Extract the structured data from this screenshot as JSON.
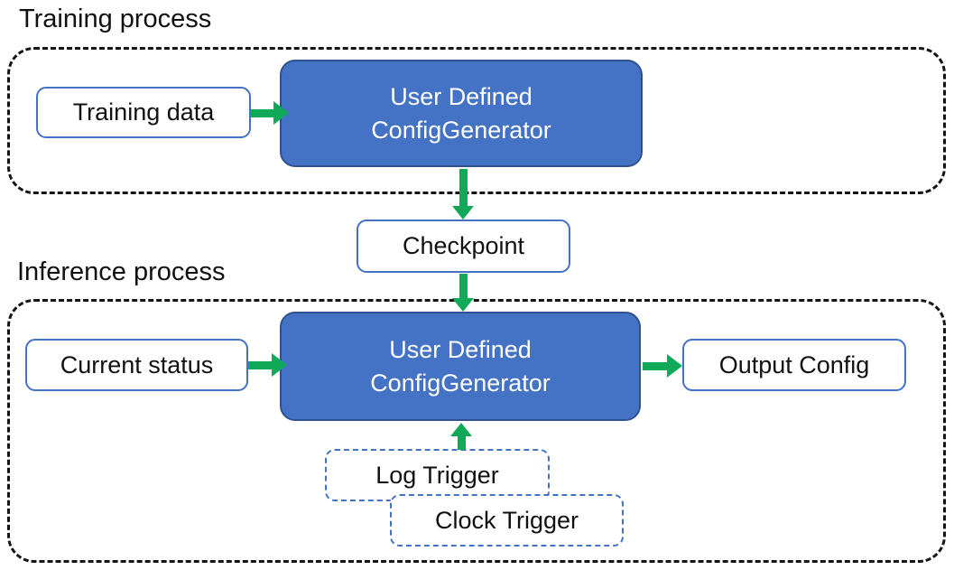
{
  "diagram": {
    "training": {
      "title": "Training process",
      "input_label": "Training data",
      "generator": {
        "line1": "User Defined",
        "line2": "ConfigGenerator"
      }
    },
    "checkpoint_label": "Checkpoint",
    "inference": {
      "title": "Inference process",
      "input_label": "Current status",
      "generator": {
        "line1": "User Defined",
        "line2": "ConfigGenerator"
      },
      "output_label": "Output Config",
      "triggers": {
        "log": "Log Trigger",
        "clock": "Clock Trigger"
      }
    },
    "colors": {
      "generator_fill_blue": "#4472C4",
      "generator_border_blue": "#2F528F",
      "io_box_border_blue": "#4472C4",
      "trigger_dashed_border_blue": "#4472C4",
      "arrow_green": "#0FA958",
      "container_dashed_black": "#151515",
      "text_dark": "#111111",
      "text_light": "#FFFFFF"
    }
  }
}
